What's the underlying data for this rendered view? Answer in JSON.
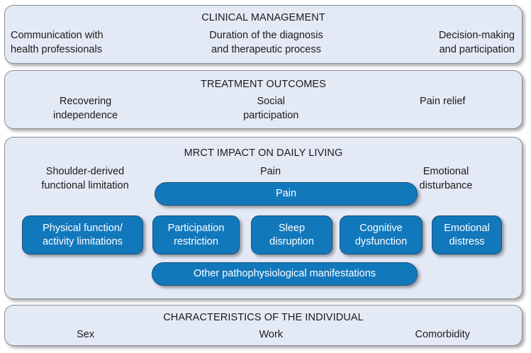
{
  "colors": {
    "panel_background": "#E4EAF5",
    "panel_border": "#8A8F98",
    "box_blue": "#1278BC",
    "box_blue_border": "#1A4F77",
    "text_dark": "#1A1A1A",
    "text_light": "#FFFFFF",
    "page_background": "#FFFFFF"
  },
  "panels": {
    "clinical_management": {
      "title": "CLINICAL MANAGEMENT",
      "columns": [
        {
          "text": "Communication with\nhealth professionals"
        },
        {
          "text": "Duration of the diagnosis\nand therapeutic process"
        },
        {
          "text": "Decision-making\nand participation"
        }
      ]
    },
    "treatment_outcomes": {
      "title": "TREATMENT OUTCOMES",
      "columns": [
        {
          "text": "Recovering\nindependence"
        },
        {
          "text": "Social\nparticipation"
        },
        {
          "text": "Pain relief"
        }
      ]
    },
    "mrct_impact": {
      "title": "MRCT IMPACT ON DAILY LIVING",
      "columns": [
        {
          "text": "Shoulder-derived\nfunctional limitation"
        },
        {
          "text": "Pain"
        },
        {
          "text": "Emotional\ndisturbance"
        }
      ],
      "pain_bar": {
        "label": "Pain"
      },
      "domain_boxes": [
        {
          "label": "Physical function/\nactivity limitations"
        },
        {
          "label": "Participation\nrestriction"
        },
        {
          "label": "Sleep\ndisruption"
        },
        {
          "label": "Cognitive\ndysfunction"
        },
        {
          "label": "Emotional\ndistress"
        }
      ],
      "other_bar": {
        "label": "Other pathophysiological manifestations"
      }
    },
    "characteristics": {
      "title": "CHARACTERISTICS OF THE INDIVIDUAL",
      "columns": [
        {
          "text": "Sex"
        },
        {
          "text": "Work"
        },
        {
          "text": "Comorbidity"
        }
      ]
    }
  }
}
